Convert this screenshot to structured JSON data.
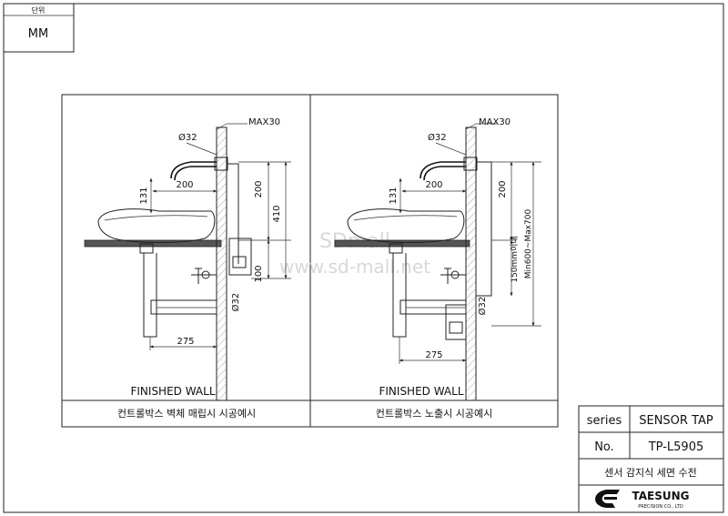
{
  "unit_box": {
    "label": "단위",
    "value": "MM"
  },
  "watermark": {
    "brand": "SDmall",
    "url": "www.sd-mall.net"
  },
  "panels": [
    {
      "caption": "컨트롤박스 벽체 매립시 시공예시",
      "wall_label": "FINISHED WALL",
      "dims": {
        "max": "MAX30",
        "dia_top": "Ø32",
        "spout": "200",
        "spout_height": "131",
        "v_top": "200",
        "v_total": "410",
        "v_lower": "100",
        "dia_side": "Ø32",
        "drain": "275"
      }
    },
    {
      "caption": "컨트롤박스 노출시 시공예시",
      "wall_label": "FINISHED WALL",
      "dims": {
        "max": "MAX30",
        "dia_top": "Ø32",
        "spout": "200",
        "spout_height": "131",
        "v_top": "200",
        "v_range": "Min600~Max700",
        "v_box": "150mm이내",
        "dia_side": "Ø32",
        "drain": "275"
      }
    }
  ],
  "title_block": {
    "series_label": "series",
    "series_value": "SENSOR TAP",
    "no_label": "No.",
    "no_value": "TP-L5905",
    "description": "센서 감지식 세면 수전",
    "company": "TAESUNG",
    "company_sub": "PRECISION CO., LTD"
  }
}
